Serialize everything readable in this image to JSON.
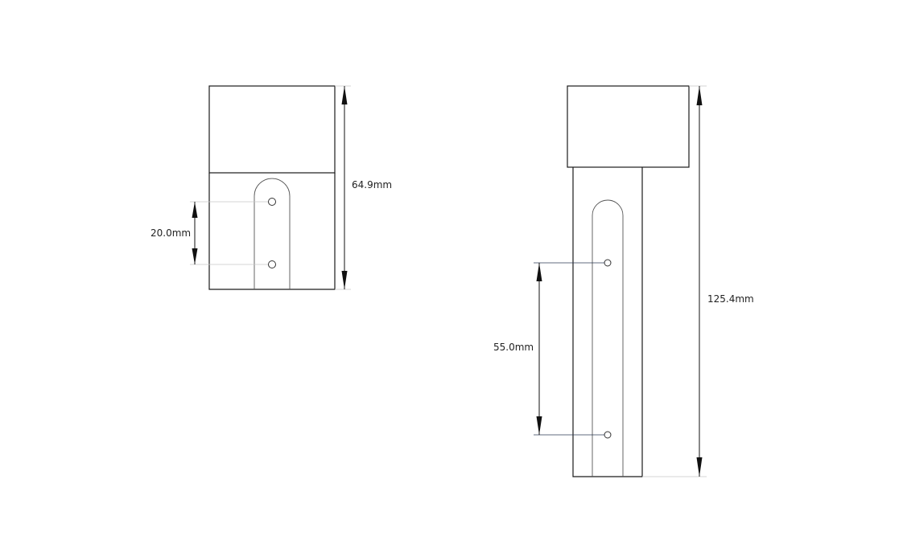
{
  "dimensions": {
    "front_height": "64.9mm",
    "front_hole_spacing": "20.0mm",
    "side_height": "125.4mm",
    "side_hole_spacing": "55.0mm"
  },
  "colors": {
    "stroke": "#1a1a1a",
    "extension_light": "#c8c8c8",
    "extension_dark": "#2b3a55",
    "background": "#ffffff"
  }
}
